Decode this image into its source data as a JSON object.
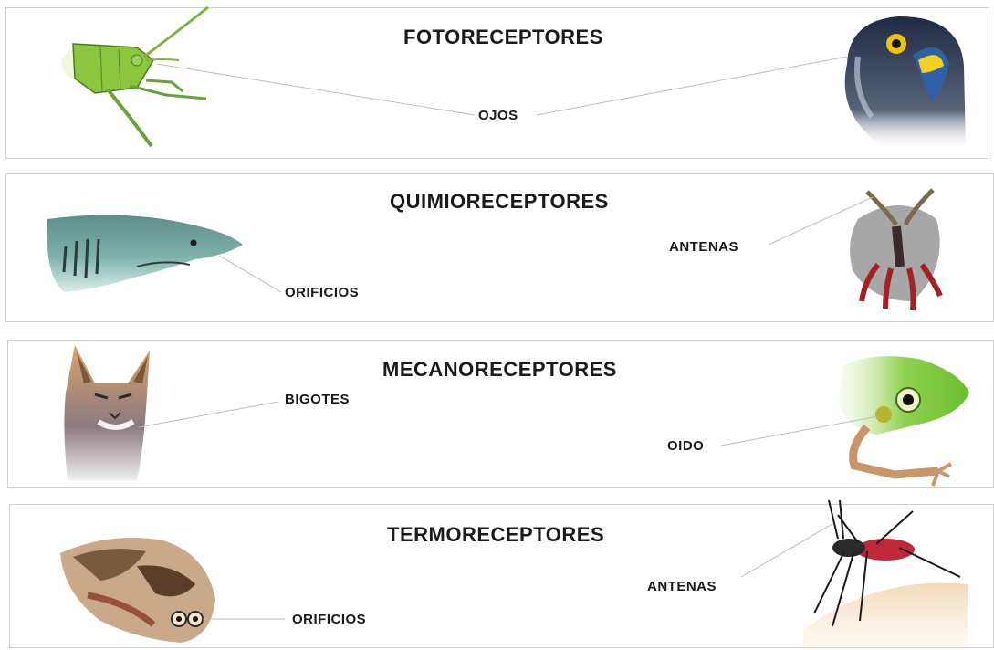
{
  "panels": [
    {
      "title": "FOTORECEPTORES",
      "labels": [
        "OJOS"
      ],
      "left_animal": "grasshopper-icon",
      "right_animal": "parrot-icon"
    },
    {
      "title": "QUIMIORECEPTORES",
      "labels": [
        "ORIFICIOS",
        "ANTENAS"
      ],
      "left_animal": "shark-icon",
      "right_animal": "moth-icon"
    },
    {
      "title": "MECANORECEPTORES",
      "labels": [
        "BIGOTES",
        "OIDO"
      ],
      "left_animal": "cat-icon",
      "right_animal": "frog-icon"
    },
    {
      "title": "TERMORECEPTORES",
      "labels": [
        "ORIFICIOS",
        "ANTENAS"
      ],
      "left_animal": "snake-icon",
      "right_animal": "mosquito-icon"
    }
  ]
}
